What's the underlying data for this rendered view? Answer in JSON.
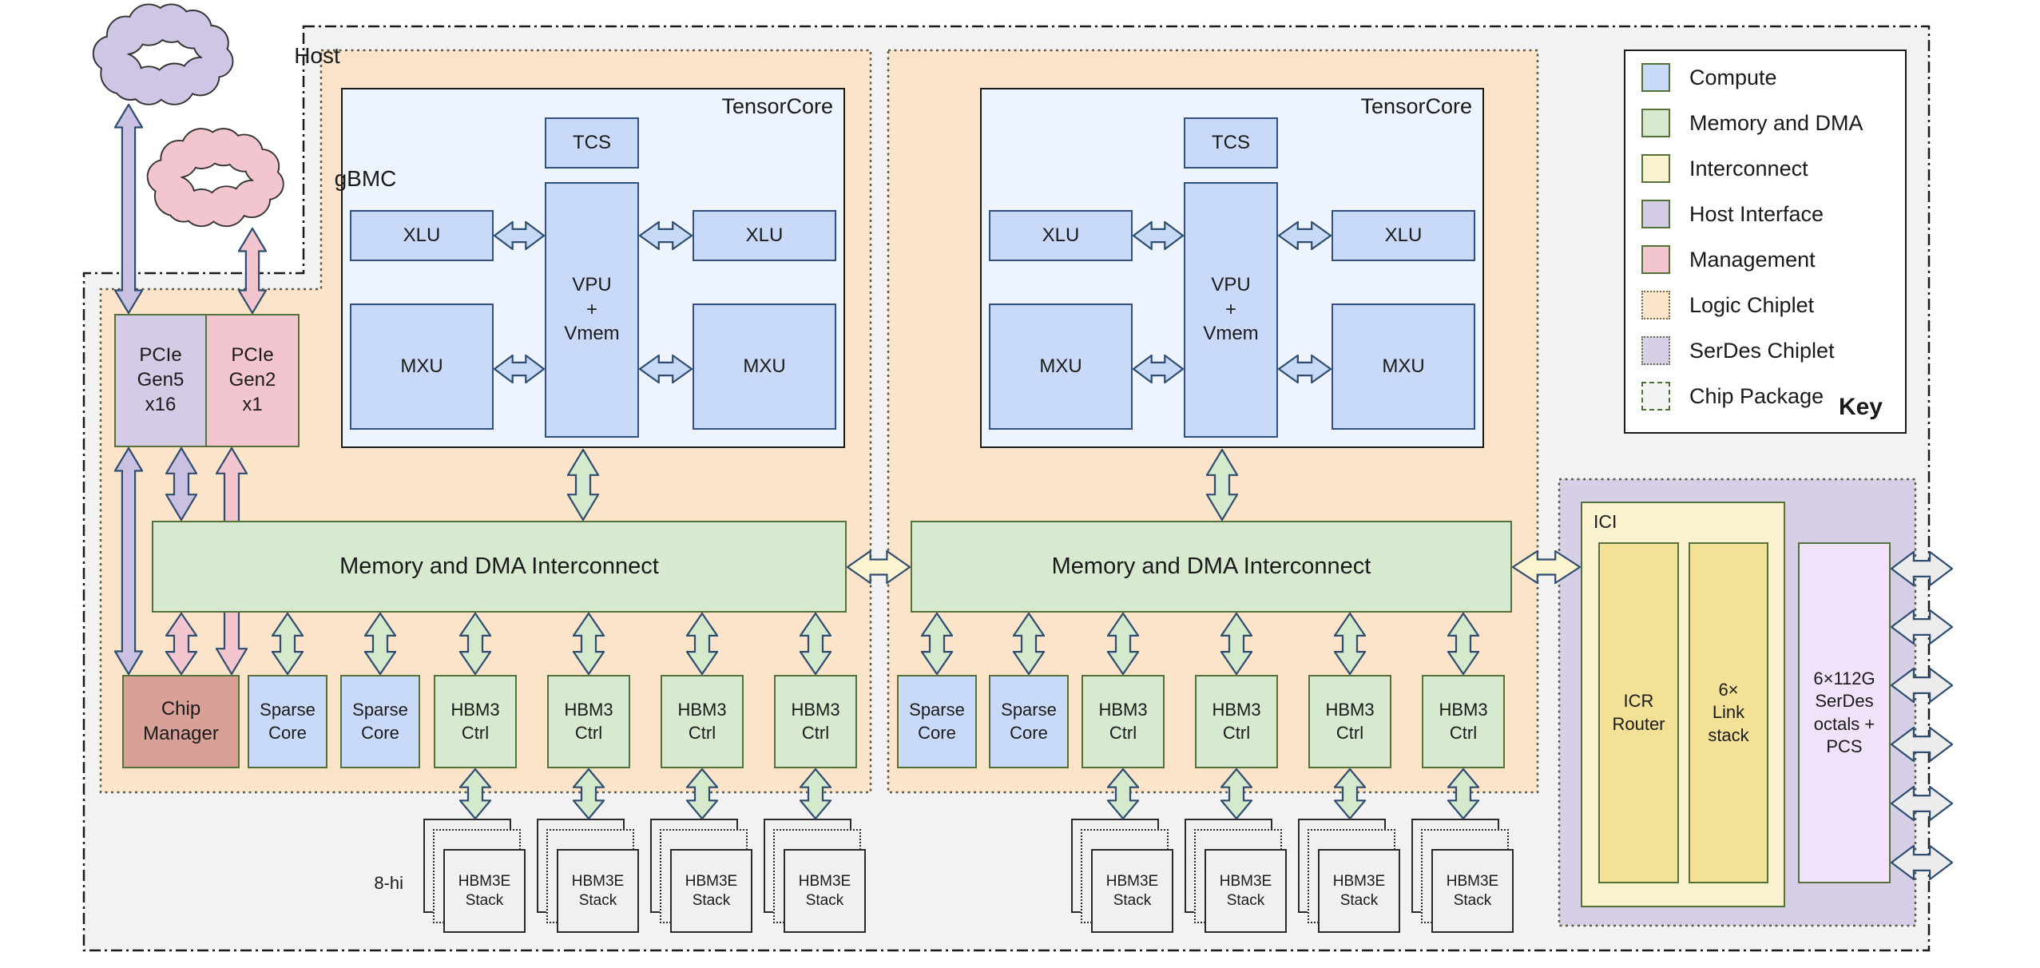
{
  "diagram": {
    "host_cloud": "Host",
    "gbmc_cloud": "gBMC",
    "pcie_gen5": "PCIe\nGen5\nx16",
    "pcie_gen2": "PCIe\nGen2\nx1",
    "tensorcore_title": "TensorCore",
    "tcs": "TCS",
    "vpu": "VPU\n+\nVmem",
    "xlu": "XLU",
    "mxu": "MXU",
    "interconnect": "Memory and DMA Interconnect",
    "chip_manager": "Chip\nManager",
    "sparse_core": "Sparse\nCore",
    "hbm3_ctrl": "HBM3\nCtrl",
    "hbm3e_stack": "HBM3E\nStack",
    "stack_height_label": "8-hi",
    "ici_title": "ICI",
    "icr_router": "ICR\nRouter",
    "link_stack": "6×\nLink\nstack",
    "serdes_octals": "6×112G\nSerDes\noctals +\nPCS"
  },
  "legend": {
    "title": "Key",
    "items": [
      {
        "label": "Compute",
        "color": "#c9daf8"
      },
      {
        "label": "Memory and DMA",
        "color": "#d7e9cf"
      },
      {
        "label": "Interconnect",
        "color": "#fbf3d0"
      },
      {
        "label": "Host Interface",
        "color": "#d4cbe6"
      },
      {
        "label": "Management",
        "color": "#f3c6cf"
      },
      {
        "label": "Logic Chiplet",
        "color": "#fbe4c9"
      },
      {
        "label": "SerDes Chiplet",
        "color": "#d6cfe6"
      },
      {
        "label": "Chip Package",
        "color": "#f2f2f2"
      }
    ]
  }
}
